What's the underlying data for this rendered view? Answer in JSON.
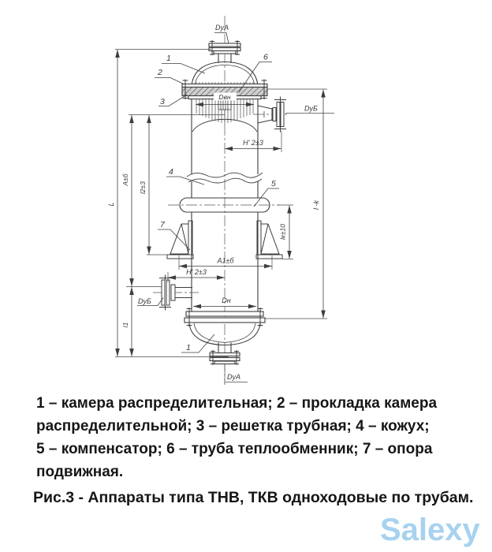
{
  "drawing": {
    "callouts": {
      "c1_top": "1",
      "c2": "2",
      "c3": "3",
      "c4": "4",
      "c5": "5",
      "c6": "6",
      "c7": "7",
      "c1_bottom": "1"
    },
    "dims": {
      "dua_top": "DуA",
      "dua_bottom": "DуA",
      "dub_right": "DуБ",
      "dub_left": "DуБ",
      "dvn": "Dвн",
      "dn": "Dн",
      "L": "L",
      "a_tol": "А±б",
      "l2": "l2±3",
      "l1": "l1",
      "lk": "lк±10",
      "l_minus_k": "l -k",
      "h_top": "H' 2±3",
      "h_bottom": "H' 2±3",
      "a1": "А1±б"
    }
  },
  "caption": {
    "lines": [
      "1 – камера распределительная; 2 – прокладка камера",
      "распределительной; 3 – решетка трубная; 4 – кожух;",
      "5 – компенсатор; 6 – труба теплообменник; 7 – опора",
      "подвижная."
    ],
    "figure": "Рис.3 - Аппараты типа ТНВ, ТКВ одноходовые по трубам."
  },
  "watermark": {
    "text": "Salexy",
    "color": "#a7d2ef"
  },
  "colors": {
    "line": "#3d3d3d",
    "text": "#161616",
    "tubesheet_fill": "#cfcfcf"
  }
}
